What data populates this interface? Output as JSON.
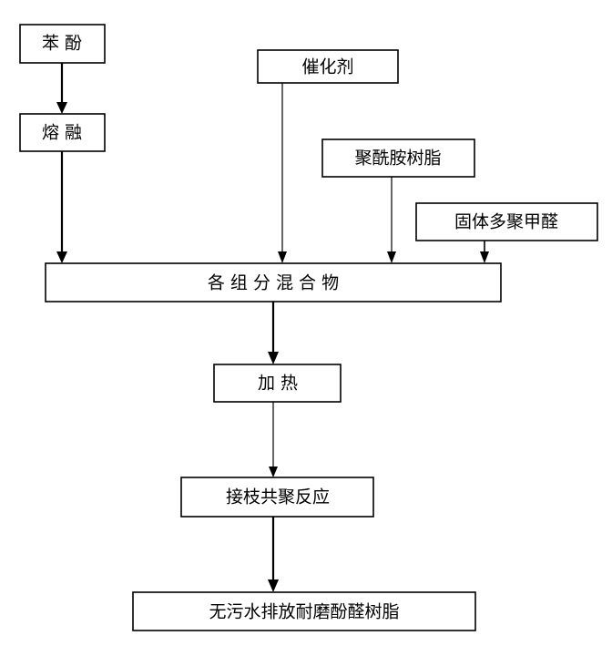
{
  "nodes": {
    "phenol": "苯  酚",
    "melt": "熔  融",
    "catalyst": "催化剂",
    "polyamide_resin": "聚酰胺树脂",
    "solid_paraformaldehyde": "固体多聚甲醛",
    "mixture": "各  组  分  混  合  物",
    "heating": "加  热",
    "graft_copolymerization": "接枝共聚反应",
    "product": "无污水排放耐磨酚醛树脂"
  }
}
